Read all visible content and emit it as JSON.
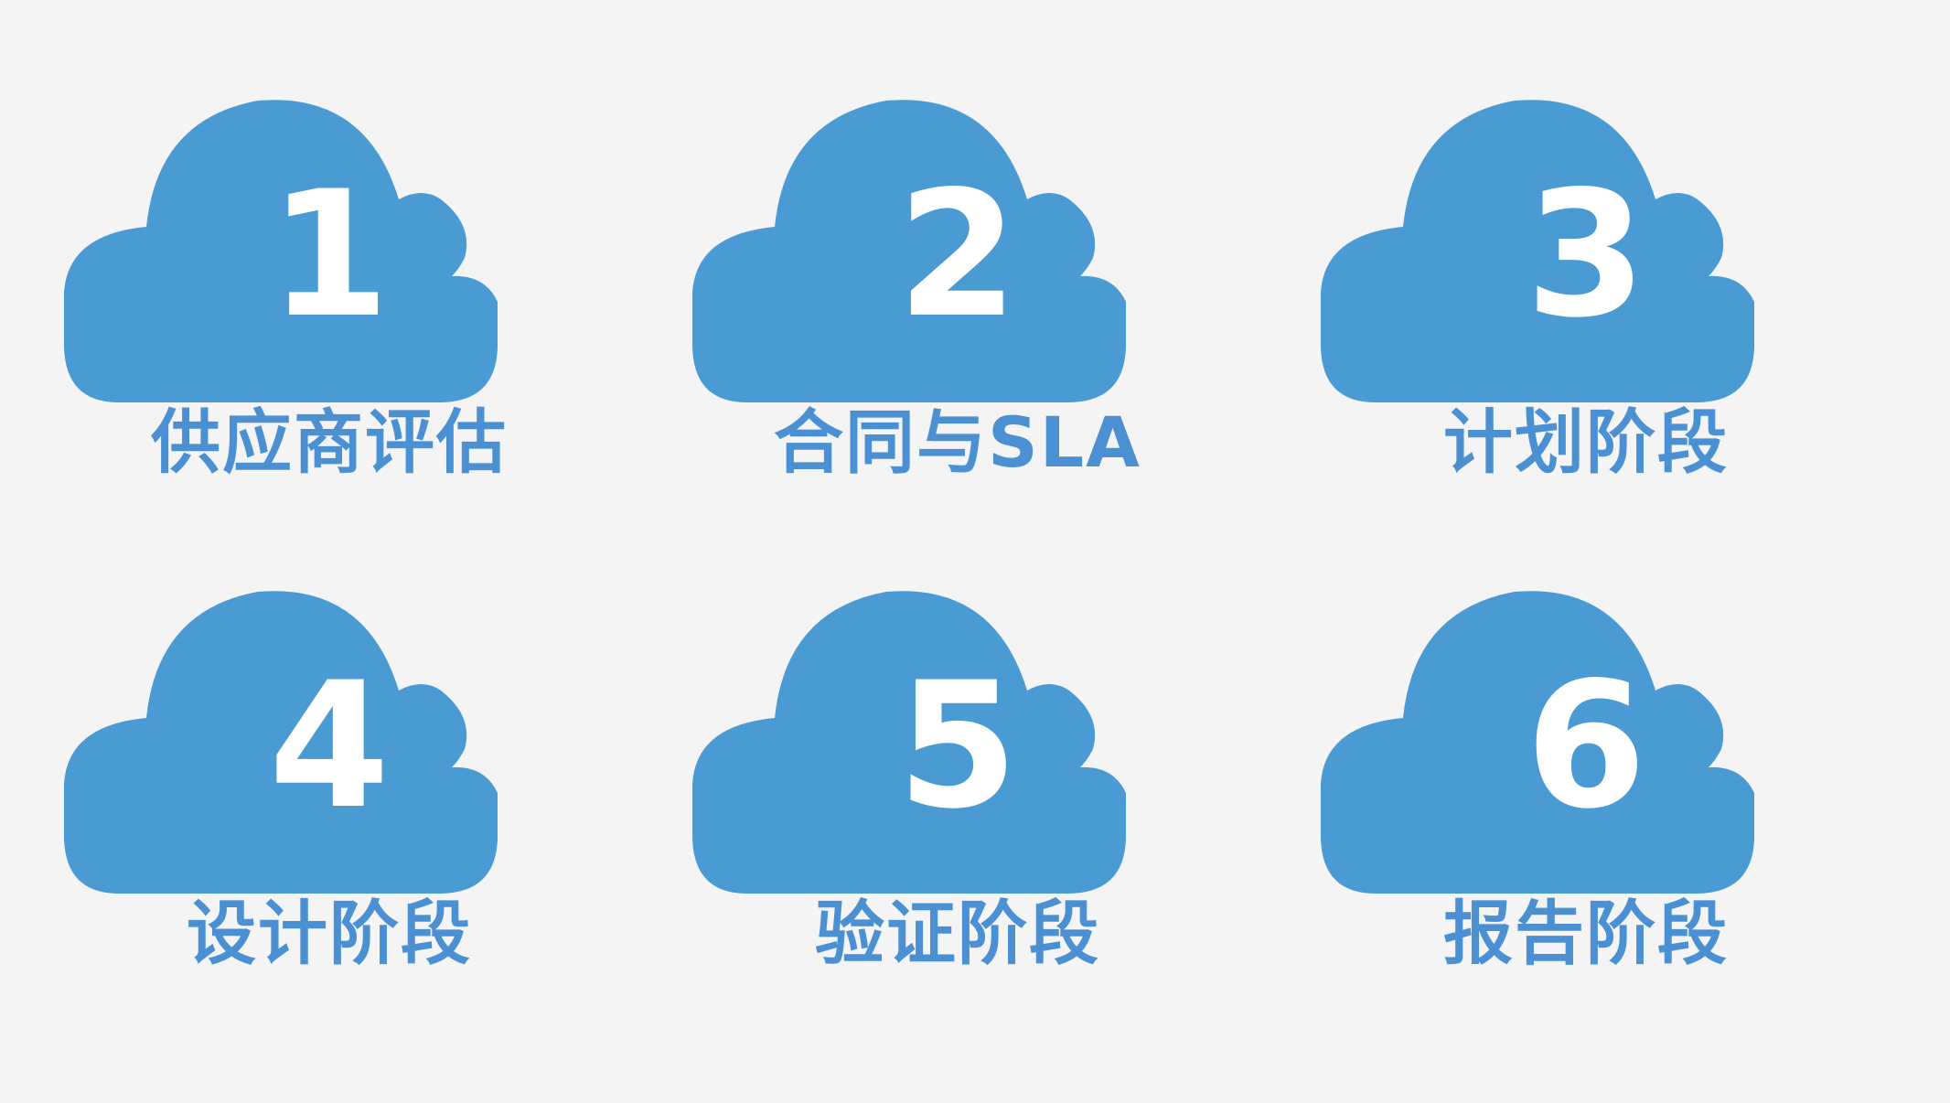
{
  "colors": {
    "background": "#f4f4f4",
    "cloud": "#4a9ad4",
    "label": "#4a90d2",
    "number": "#ffffff"
  },
  "stages": [
    {
      "number": "1",
      "label": "供应商评估"
    },
    {
      "number": "2",
      "label": "合同与SLA"
    },
    {
      "number": "3",
      "label": "计划阶段"
    },
    {
      "number": "4",
      "label": "设计阶段"
    },
    {
      "number": "5",
      "label": "验证阶段"
    },
    {
      "number": "6",
      "label": "报告阶段"
    }
  ]
}
